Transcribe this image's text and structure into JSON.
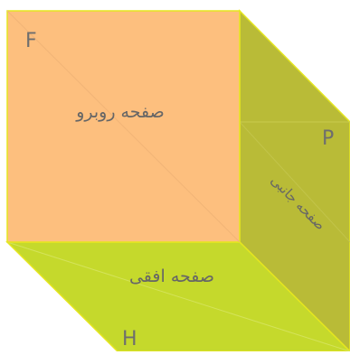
{
  "diagram": {
    "faces": {
      "front": {
        "letter": "F",
        "label": "صفحه روبرو",
        "color": "#fdbf7e"
      },
      "side": {
        "letter": "P",
        "label": "صفحه جانبی",
        "color": "#b9bb37"
      },
      "horizontal": {
        "letter": "H",
        "label": "صفحه افقی",
        "color": "#c5d92c"
      }
    },
    "colors": {
      "edge": "#e5e61f",
      "letters": "#6e6e6e",
      "labels": "#666666"
    }
  }
}
